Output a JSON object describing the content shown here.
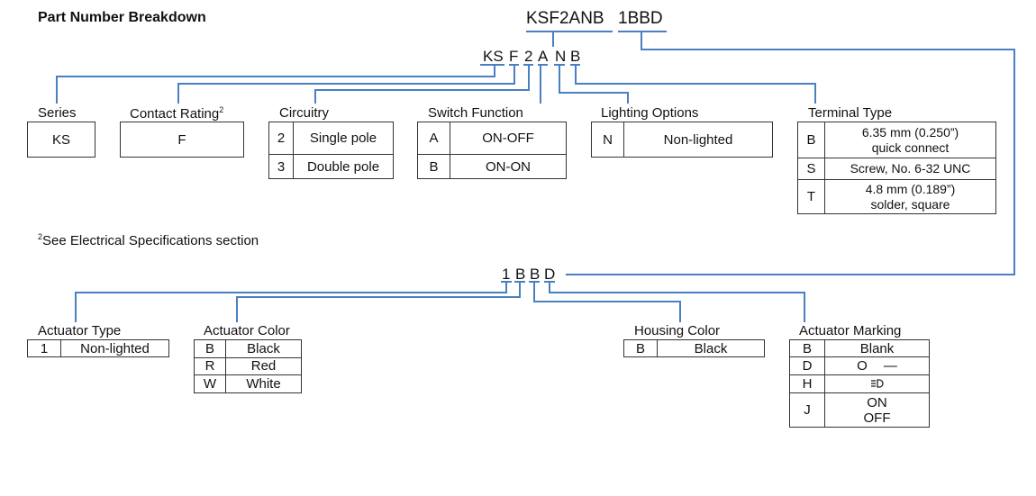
{
  "title": "Part Number Breakdown",
  "full_code": {
    "part1": "KSF2ANB",
    "part2": "1BBD"
  },
  "code1": [
    "KS",
    "F",
    "2",
    "A",
    "N",
    "B"
  ],
  "code2": [
    "1",
    "B",
    "B",
    "D"
  ],
  "footnote": {
    "sup": "2",
    "text": "See Electrical Specifications section"
  },
  "series": {
    "label": "Series",
    "value": "KS"
  },
  "contact_rating": {
    "label": "Contact Rating",
    "sup": "2",
    "value": "F"
  },
  "circuitry": {
    "label": "Circuitry",
    "rows": [
      [
        "2",
        "Single pole"
      ],
      [
        "3",
        "Double pole"
      ]
    ]
  },
  "switch_function": {
    "label": "Switch Function",
    "rows": [
      [
        "A",
        "ON-OFF"
      ],
      [
        "B",
        "ON-ON"
      ]
    ]
  },
  "lighting_options": {
    "label": "Lighting Options",
    "rows": [
      [
        "N",
        "Non-lighted"
      ]
    ]
  },
  "terminal_type": {
    "label": "Terminal Type",
    "rows": [
      [
        "B",
        "6.35 mm (0.250”)",
        "quick connect"
      ],
      [
        "S",
        "Screw, No. 6-32 UNC"
      ],
      [
        "T",
        "4.8 mm (0.189”)",
        "solder, square"
      ]
    ]
  },
  "actuator_type": {
    "label": "Actuator Type",
    "rows": [
      [
        "1",
        "Non-lighted"
      ]
    ]
  },
  "actuator_color": {
    "label": "Actuator Color",
    "rows": [
      [
        "B",
        "Black"
      ],
      [
        "R",
        "Red"
      ],
      [
        "W",
        "White"
      ]
    ]
  },
  "housing_color": {
    "label": "Housing Color",
    "rows": [
      [
        "B",
        "Black"
      ]
    ]
  },
  "actuator_marking": {
    "label": "Actuator Marking",
    "rows": [
      [
        "B",
        "Blank"
      ],
      [
        "D",
        "O",
        "—"
      ],
      [
        "H"
      ],
      [
        "J",
        "ON",
        "OFF"
      ]
    ]
  },
  "colors": {
    "line": "#4a7fc1"
  }
}
